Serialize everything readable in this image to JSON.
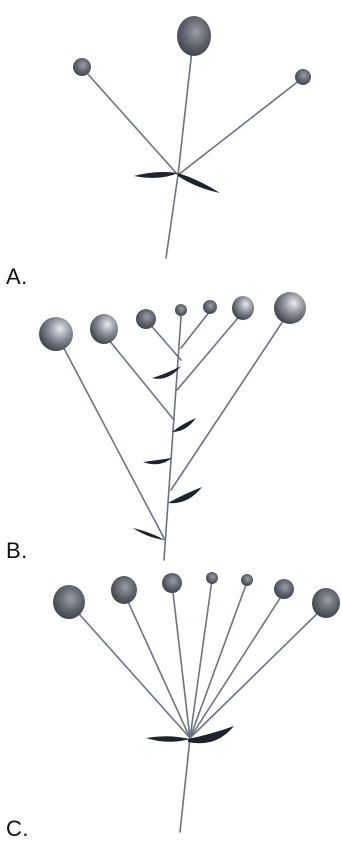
{
  "figure": {
    "panels": [
      {
        "label": "A.",
        "type": "simple-umbel",
        "flower_count": 3
      },
      {
        "label": "B.",
        "type": "raceme-like-corymb",
        "flower_count": 7
      },
      {
        "label": "C.",
        "type": "umbel",
        "flower_count": 7
      }
    ]
  },
  "colors": {
    "stalk": "#6e7380",
    "bract": "#1f232b",
    "flower_dark": "#3c3f47",
    "flower_light": "#e9e9ee"
  }
}
